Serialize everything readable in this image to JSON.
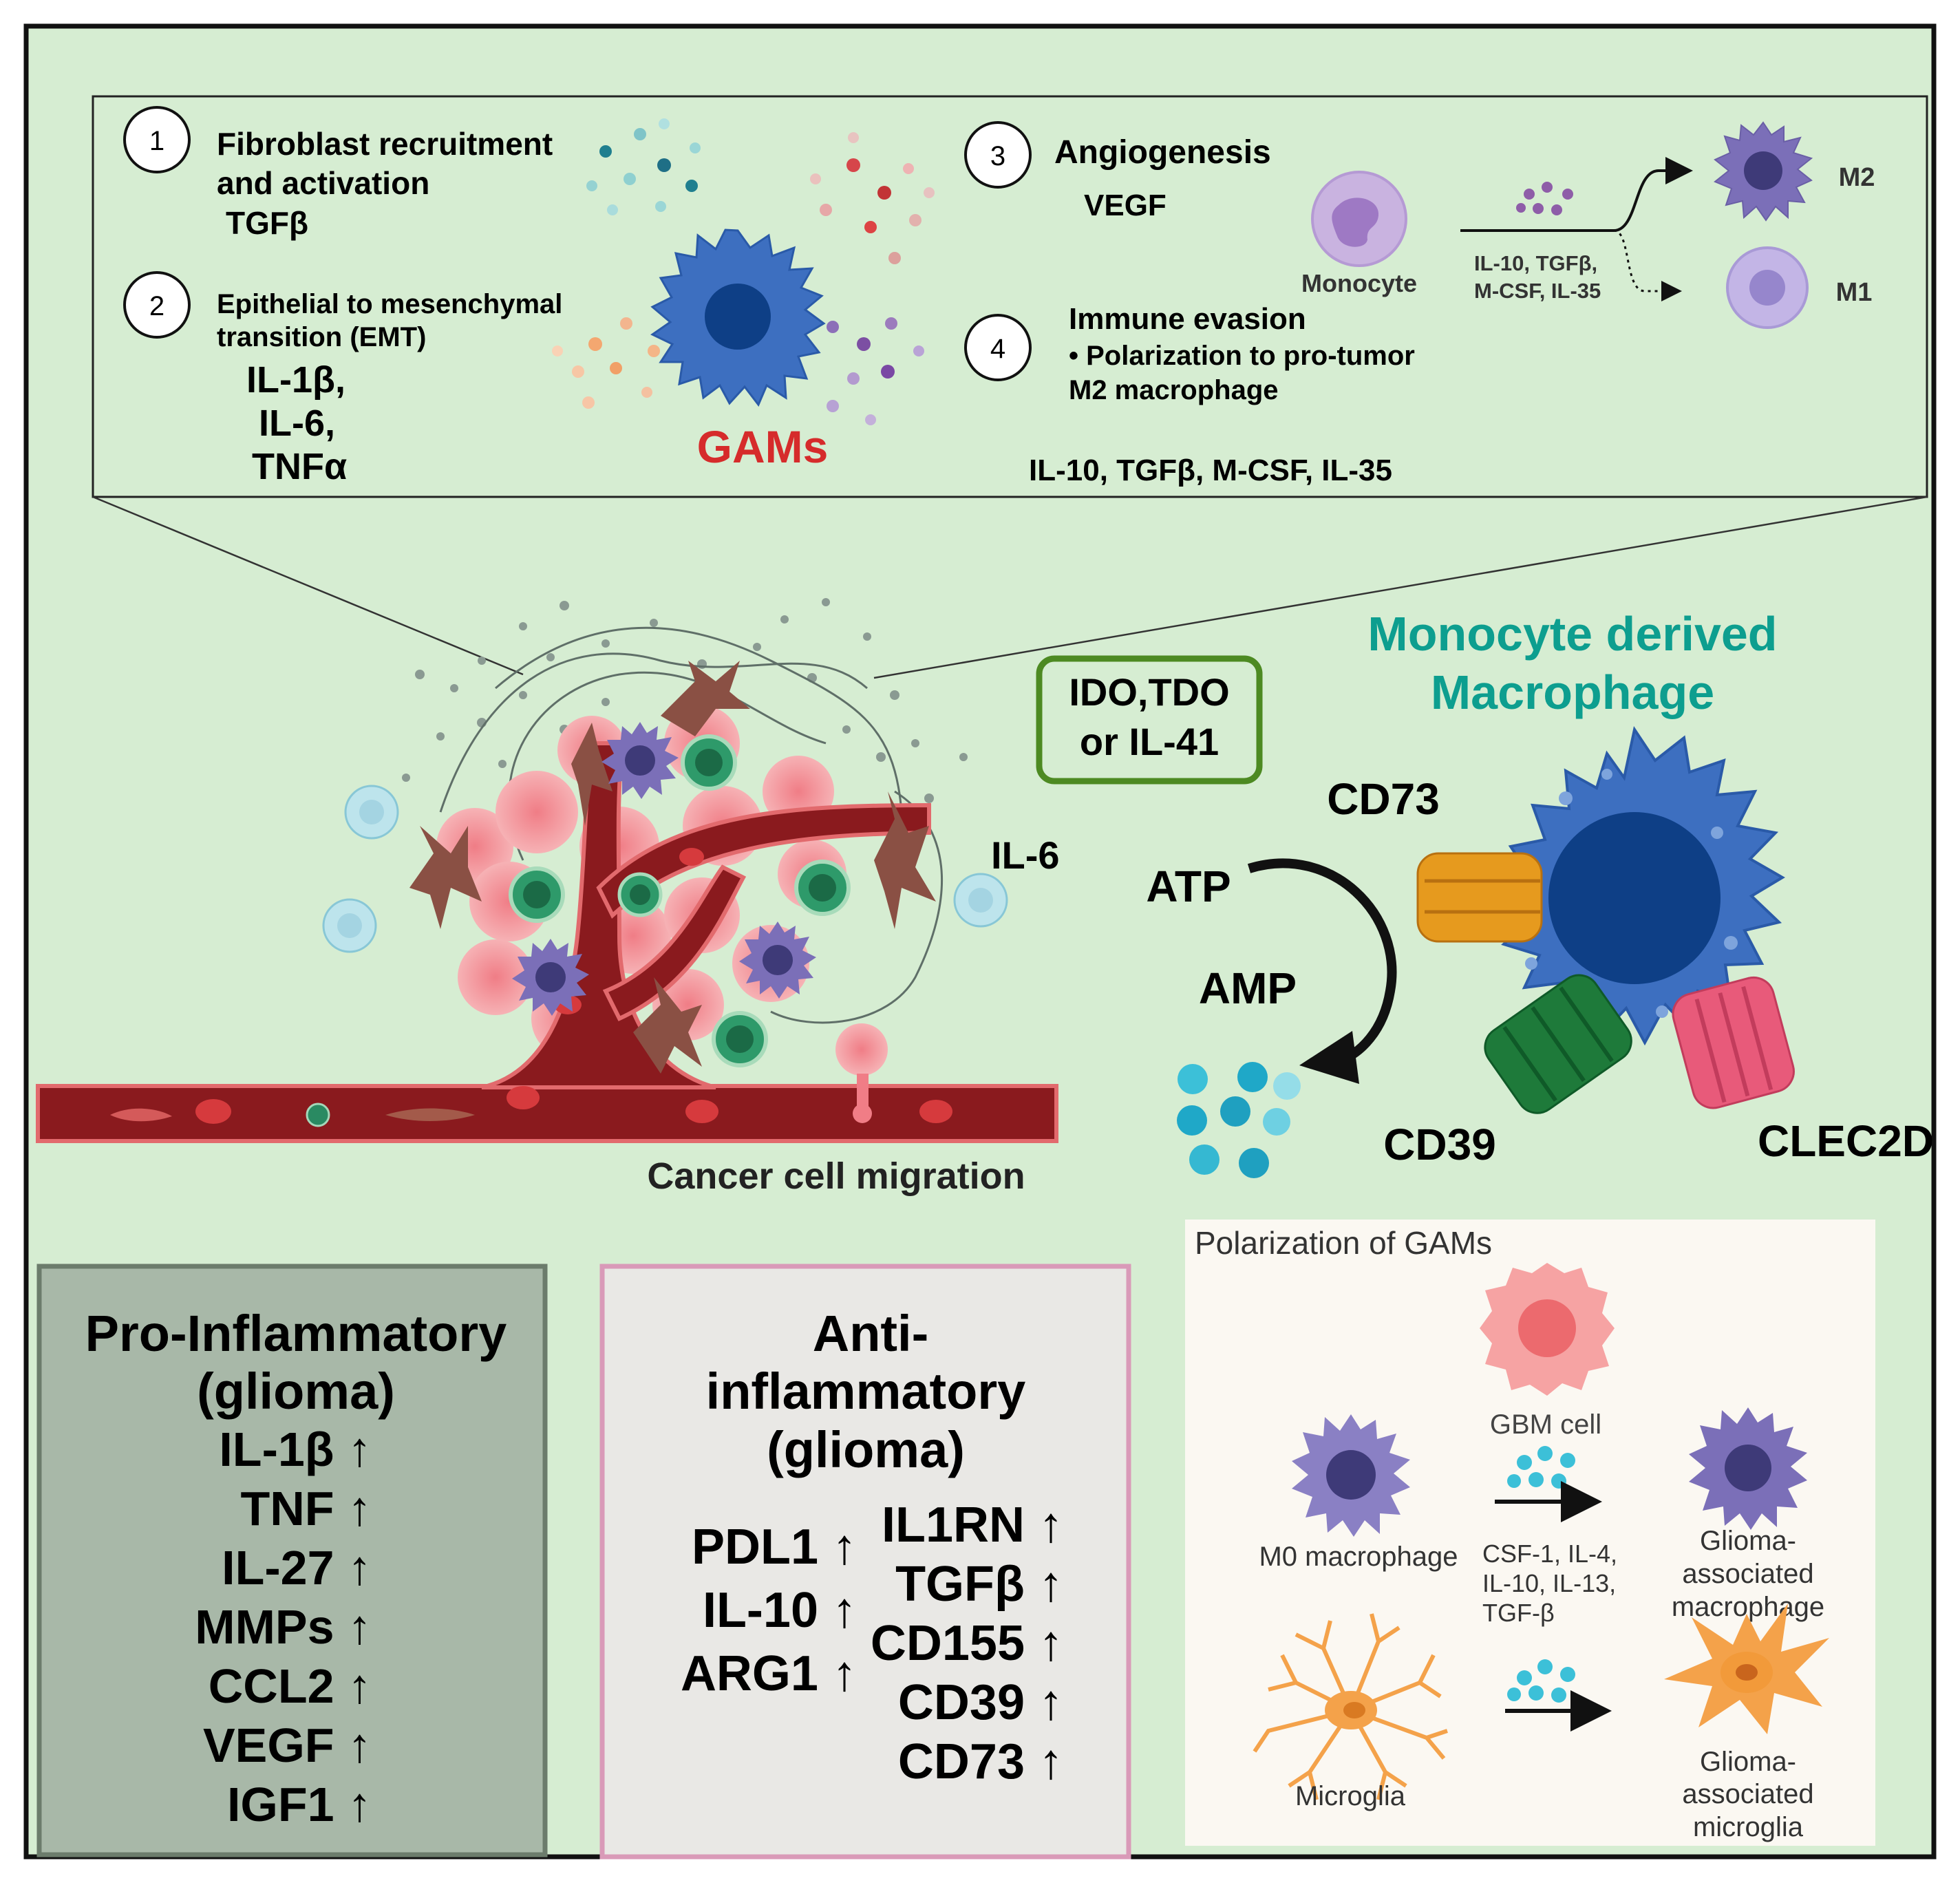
{
  "colors": {
    "background": "#d6edd2",
    "frame": "#111111",
    "gam_title": "#d62b2b",
    "mdm_title": "#0d9e8f",
    "ido_border": "#4d8a22",
    "pro_box": "#a8b8a8",
    "anti_box": "#e9e8e5",
    "anti_border": "#d99ab8",
    "polar_box": "#fbf8f2",
    "vessel": "#8a1a1e",
    "macrophage": "#3d6fc0"
  },
  "top_panel": {
    "items": [
      {
        "num": "1",
        "line1": "Fibroblast recruitment",
        "line2": "and activation",
        "factors": [
          "TGFβ"
        ]
      },
      {
        "num": "2",
        "line1": "Epithelial to mesenchymal",
        "line2": "transition (EMT)",
        "factors": [
          "IL-1β,",
          "IL-6,",
          "TNFα"
        ]
      },
      {
        "num": "3",
        "line1": "Angiogenesis",
        "factors": [
          "VEGF"
        ]
      },
      {
        "num": "4",
        "line1": "Immune evasion",
        "line2": "• Polarization to pro-tumor",
        "line3": "M2 macrophage",
        "factors": [
          "IL-10, TGFβ, M-CSF, IL-35"
        ]
      }
    ],
    "gams_label": "GAMs",
    "monocyte_label": "Monocyte",
    "arrow_factors": [
      "IL-10, TGFβ,",
      "M-CSF, IL-35"
    ],
    "m2_label": "M2",
    "m1_label": "M1"
  },
  "middle": {
    "ido_line1": "IDO,TDO",
    "ido_line2": "or  IL-41",
    "il6_label": "IL-6",
    "migration_label": "Cancer cell migration",
    "mdm_title_line1": "Monocyte derived",
    "mdm_title_line2": "Macrophage",
    "cd73": "CD73",
    "atp": "ATP",
    "amp": "AMP",
    "cd39": "CD39",
    "clec2d": "CLEC2D"
  },
  "pro_inflammatory": {
    "title_line1": "Pro-Inflammatory",
    "title_line2": "(glioma)",
    "items": [
      "IL-1β",
      "TNF",
      "IL-27",
      "MMPs",
      "CCL2",
      "VEGF",
      "IGF1"
    ]
  },
  "anti_inflammatory": {
    "title_line1": "Anti-",
    "title_line2": "inflammatory",
    "title_line3": "(glioma)",
    "left_items": [
      "PDL1",
      "IL-10",
      "ARG1"
    ],
    "right_items": [
      "IL1RN",
      "TGFβ",
      "CD155",
      "CD39",
      "CD73"
    ]
  },
  "polarization": {
    "title": "Polarization of GAMs",
    "gbm_label": "GBM cell",
    "m0_label": "M0 macrophage",
    "factors": [
      "CSF-1, IL-4,",
      "IL-10, IL-13,",
      "TGF-β"
    ],
    "gam_macro_label": [
      "Glioma-",
      "associated",
      "macrophage"
    ],
    "microglia_label": "Microglia",
    "gam_micro_label": [
      "Glioma-",
      "associated",
      "microglia"
    ]
  }
}
